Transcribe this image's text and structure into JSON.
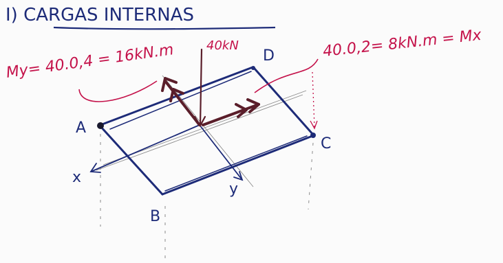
{
  "heading": "I) CARGAS INTERNAS",
  "points": {
    "a": "A",
    "b": "B",
    "c": "C",
    "d": "D"
  },
  "axes": {
    "x": "x",
    "y": "y"
  },
  "load": "40kN",
  "moment_y": "My= 40.0,4 = 16kN.m",
  "moment_x": "40.0,2= 8kN.m = Mx",
  "colors": {
    "blue_ink": "#1d2b78",
    "red_ink": "#c4124a",
    "dark_ink": "#5a1e2a",
    "pencil": "#8a8a8a"
  }
}
